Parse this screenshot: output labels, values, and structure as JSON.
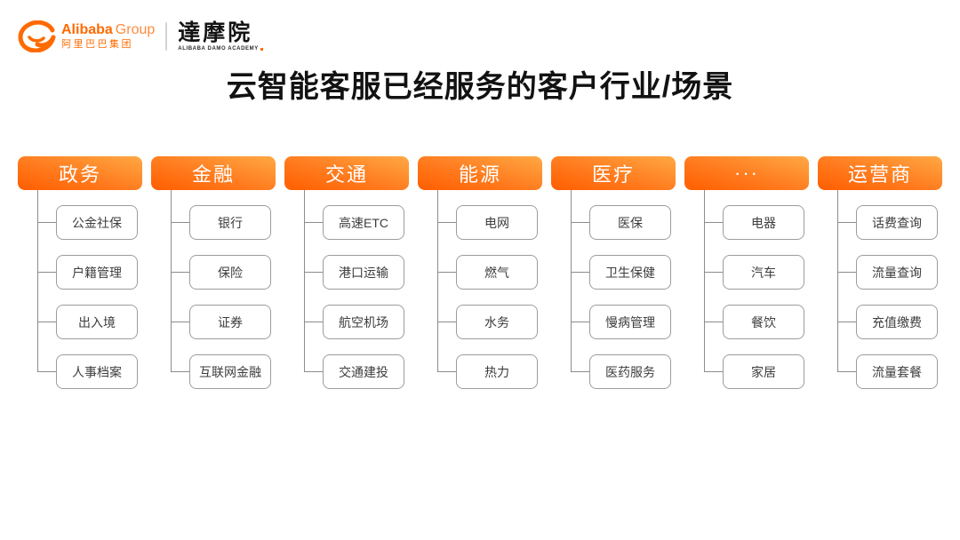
{
  "title": "云智能客服已经服务的客户行业/场景",
  "logo": {
    "brand_bold": "Alibaba",
    "brand_light": "Group",
    "brand_cn": "阿里巴巴集团",
    "damo_name": "達摩院",
    "damo_sub": "ALIBABA DAMO ACADEMY"
  },
  "colors": {
    "accent_orange": "#ff6a00",
    "header_gradient_light": "#ffa843",
    "header_gradient_dark": "#ff5e00",
    "box_border": "#9c9c9c",
    "connector_gray": "#8c8c8c",
    "title_text": "#121212"
  },
  "columns": [
    {
      "header": "政务",
      "items": [
        "公金社保",
        "户籍管理",
        "出入境",
        "人事档案"
      ]
    },
    {
      "header": "金融",
      "items": [
        "银行",
        "保险",
        "证券",
        "互联网金融"
      ]
    },
    {
      "header": "交通",
      "items": [
        "高速ETC",
        "港口运输",
        "航空机场",
        "交通建投"
      ]
    },
    {
      "header": "能源",
      "items": [
        "电网",
        "燃气",
        "水务",
        "热力"
      ]
    },
    {
      "header": "医疗",
      "items": [
        "医保",
        "卫生保健",
        "慢病管理",
        "医药服务"
      ]
    },
    {
      "header": "···",
      "items": [
        "电器",
        "汽车",
        "餐饮",
        "家居"
      ]
    },
    {
      "header": "运营商",
      "items": [
        "话费查询",
        "流量查询",
        "充值缴费",
        "流量套餐"
      ]
    }
  ]
}
